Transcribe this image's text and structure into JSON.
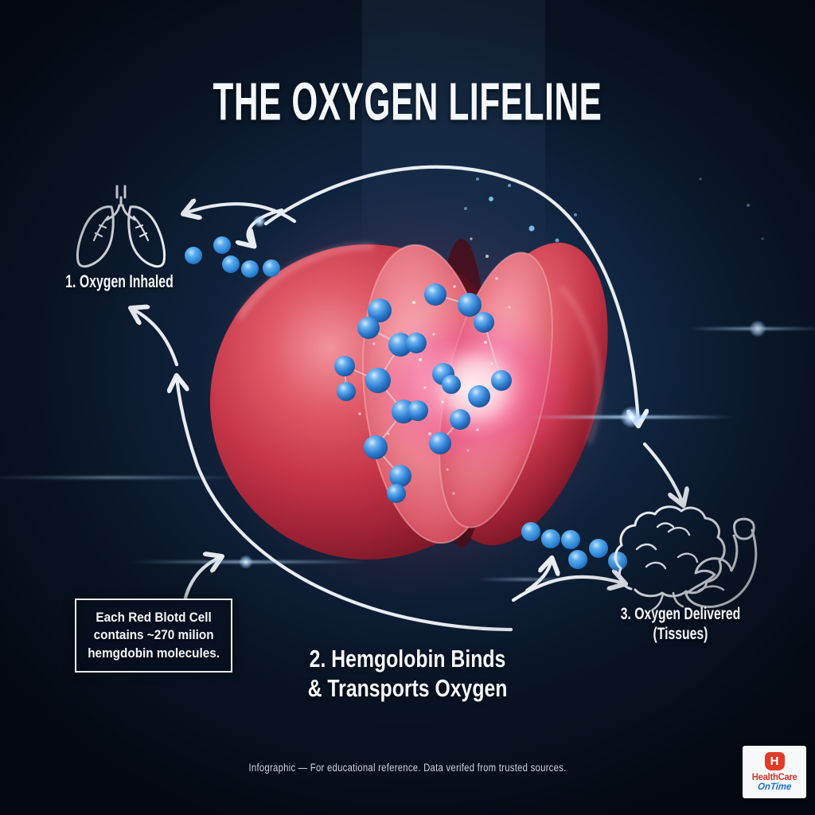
{
  "title": "THE OXYGEN LIFELINE",
  "step1": {
    "label": "1. Oxygen Inhaled"
  },
  "step2": {
    "line1": "2. Hemgolobin Binds",
    "line2": "& Transports Oxygen"
  },
  "step3": {
    "line1": "3. Oxygen Delivered",
    "line2": "(Tissues)"
  },
  "fact_box": {
    "line1": "Each Red Blotd Cell",
    "line2": "contains ~270 milion",
    "line3": "hemgdobin molecules."
  },
  "footer": "Infographic — For educational reference. Data verifed from trusted sources.",
  "logo": {
    "monogram": "H",
    "name": "HealthCare",
    "sub": "OnTime"
  },
  "icons": {
    "lungs": "lungs-icon",
    "brain": "brain-icon",
    "muscle_arm": "muscle-arm-icon",
    "red_blood_cell": "red-blood-cell-illustration",
    "oxygen_dots": "oxygen-molecule-dots"
  },
  "colors": {
    "background": "#0d2038",
    "text": "#f4f7fb",
    "cell_red": "#c43547",
    "inner_face_pink": "#ef8b96",
    "molecule_blue": "#2f7fd4",
    "oxygen_dot_blue": "#3d9de8",
    "core_glow": "#ff5f8f",
    "logo_red": "#d2342b",
    "logo_blue": "#2e74c8"
  }
}
